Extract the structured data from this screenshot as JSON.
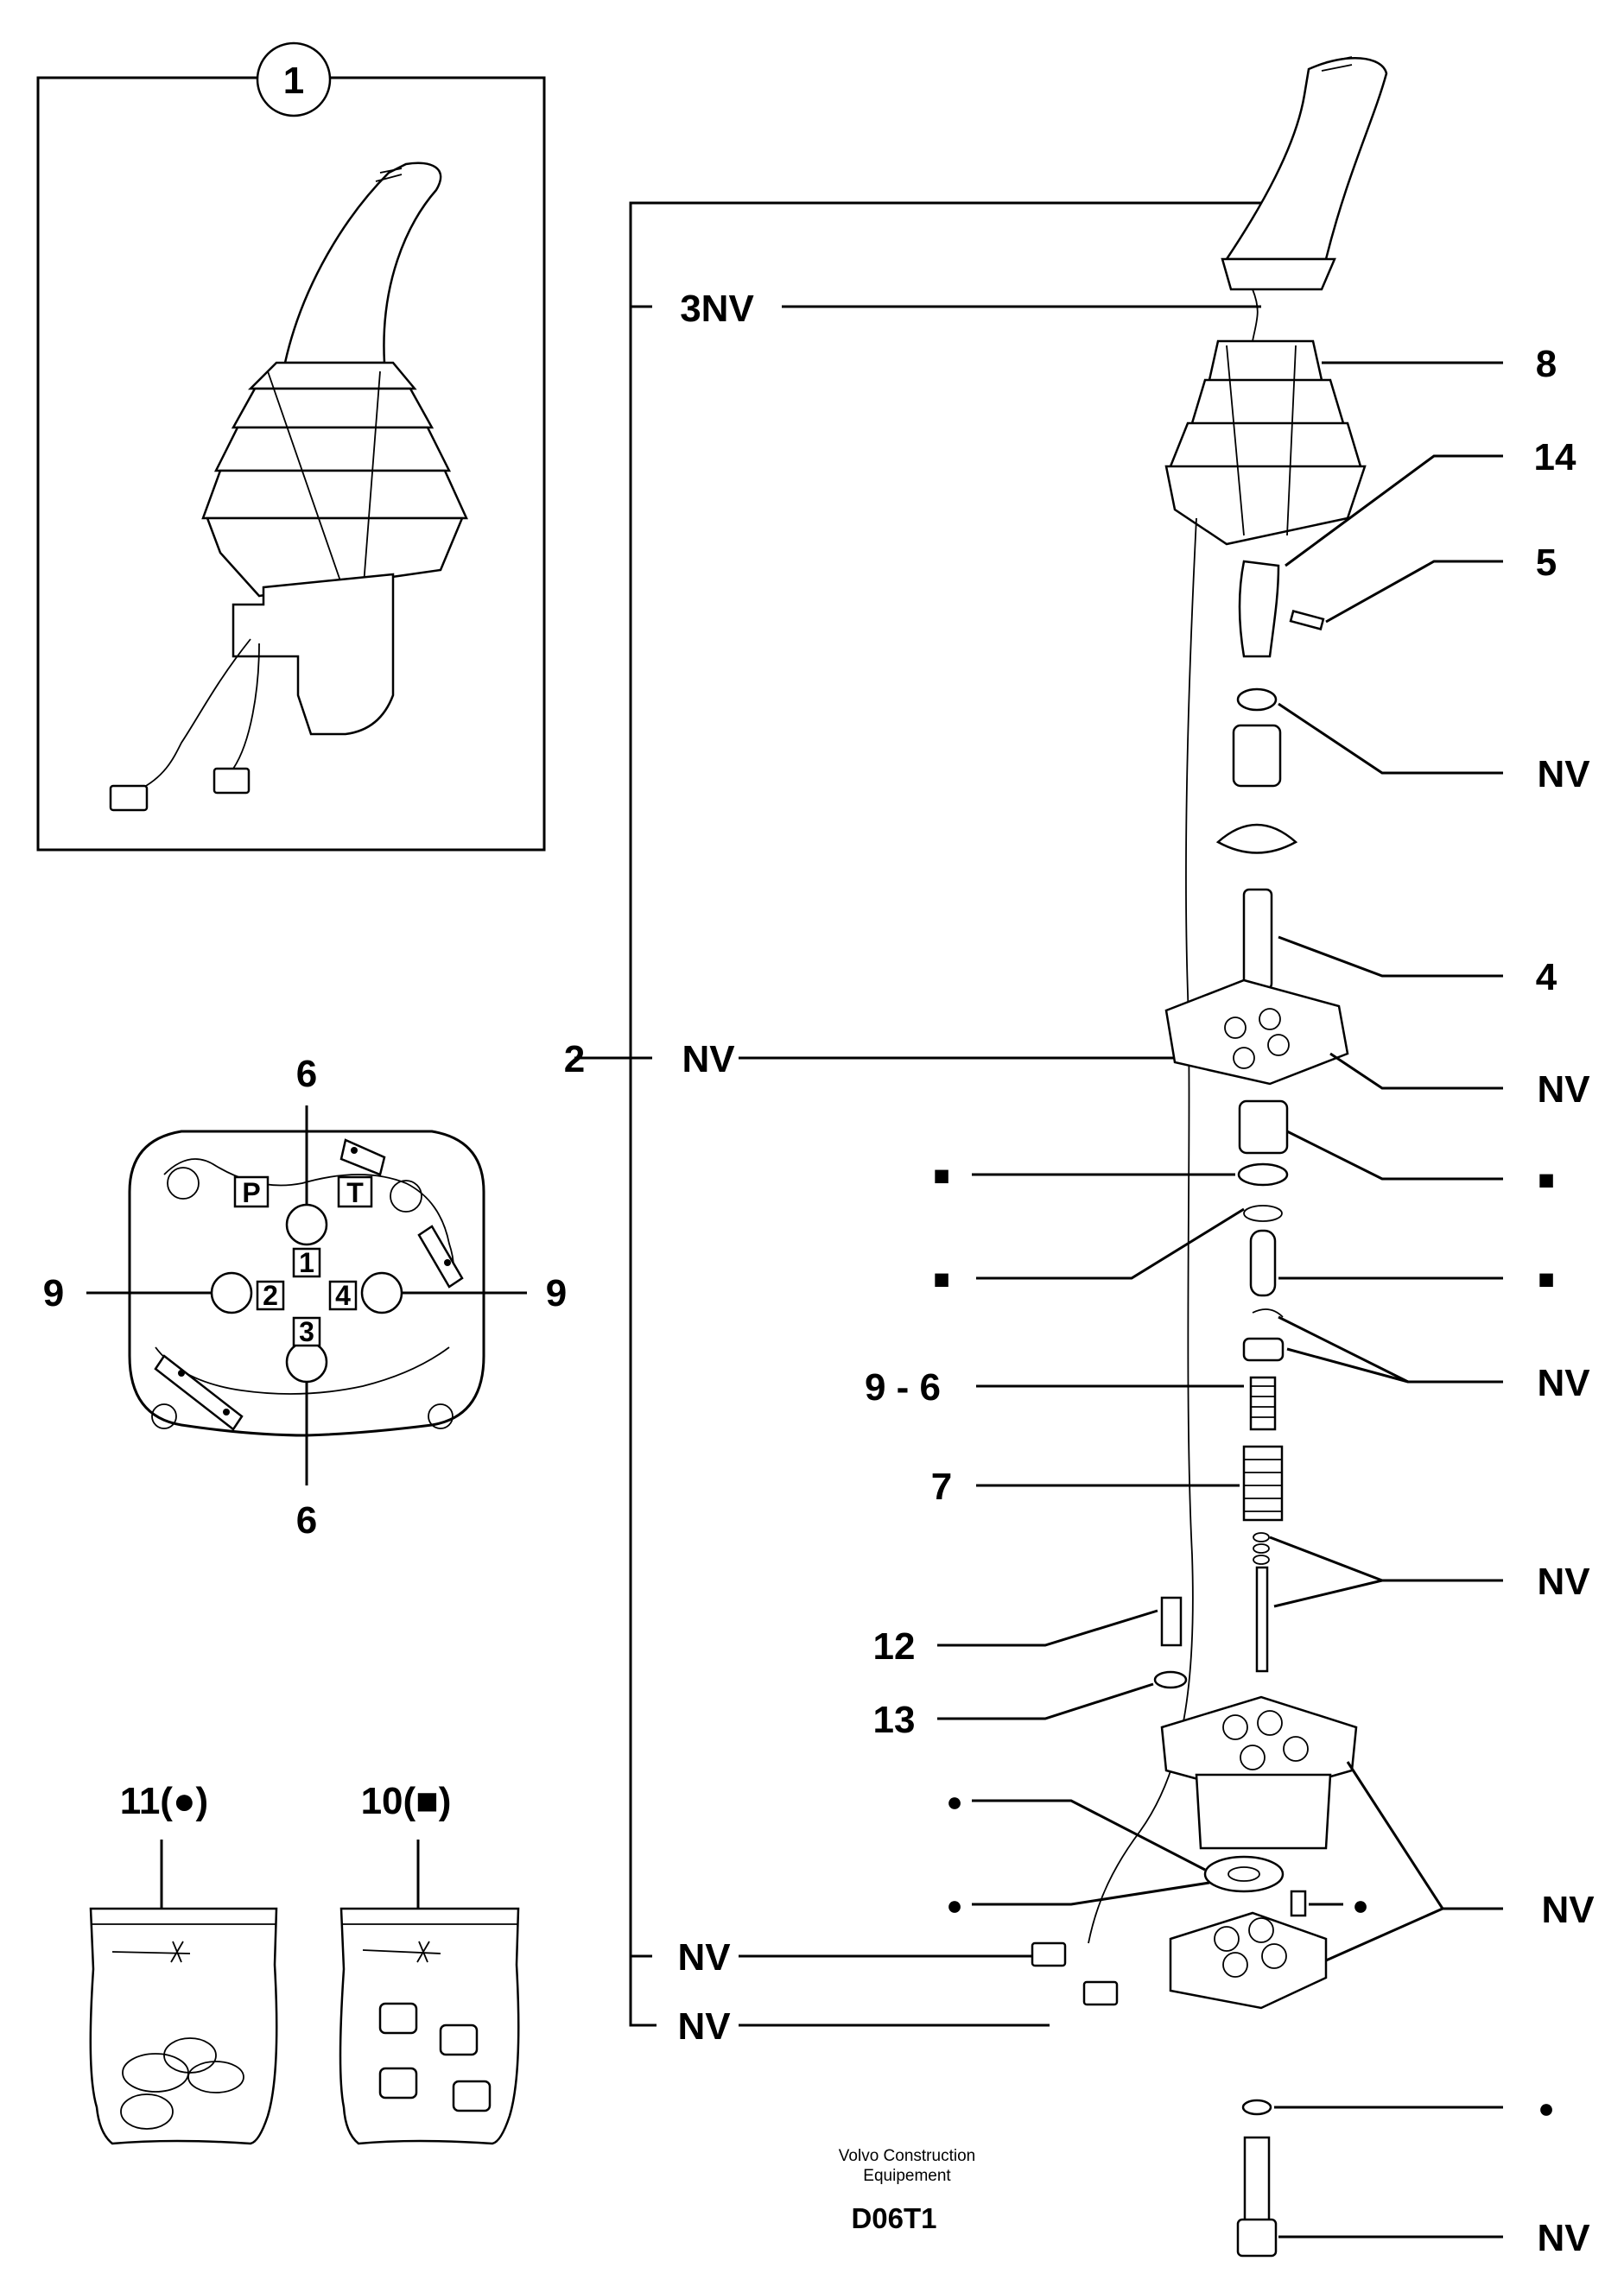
{
  "inset": {
    "number": "1"
  },
  "bags": [
    {
      "label": "11(●)"
    },
    {
      "label": "10(■)"
    }
  ],
  "valve_view": {
    "port_p": "P",
    "port_t": "T",
    "port_numbers": [
      "1",
      "2",
      "3",
      "4"
    ],
    "labels": {
      "top": "6",
      "bottom": "6",
      "left": "9",
      "right": "9"
    }
  },
  "callouts": {
    "c_3nv": "3NV",
    "c_8": "8",
    "c_14": "14",
    "c_5": "5",
    "c_nv_nut": "NV",
    "c_4": "4",
    "c_2": "2",
    "c_nv_plate_left": "NV",
    "c_nv_plate_right": "NV",
    "c_sq_seal_left": "■",
    "c_sq_bush_right": "■",
    "c_sq_oring_left": "■",
    "c_sq_piston_right": "■",
    "c_9_6": "9 - 6",
    "c_nv_clip": "NV",
    "c_7": "7",
    "c_nv_washers": "NV",
    "c_12": "12",
    "c_13": "13",
    "c_dot_gasket": "●",
    "c_dot_oring": "●",
    "c_dot_pin": "●",
    "c_nv_body": "NV",
    "c_nv_conn1": "NV",
    "c_nv_conn2": "NV",
    "c_dot_bottom": "●",
    "c_nv_screw": "NV"
  },
  "footer": {
    "company_line1": "Volvo Construction",
    "company_line2": "Equipement",
    "code": "D06T1"
  }
}
